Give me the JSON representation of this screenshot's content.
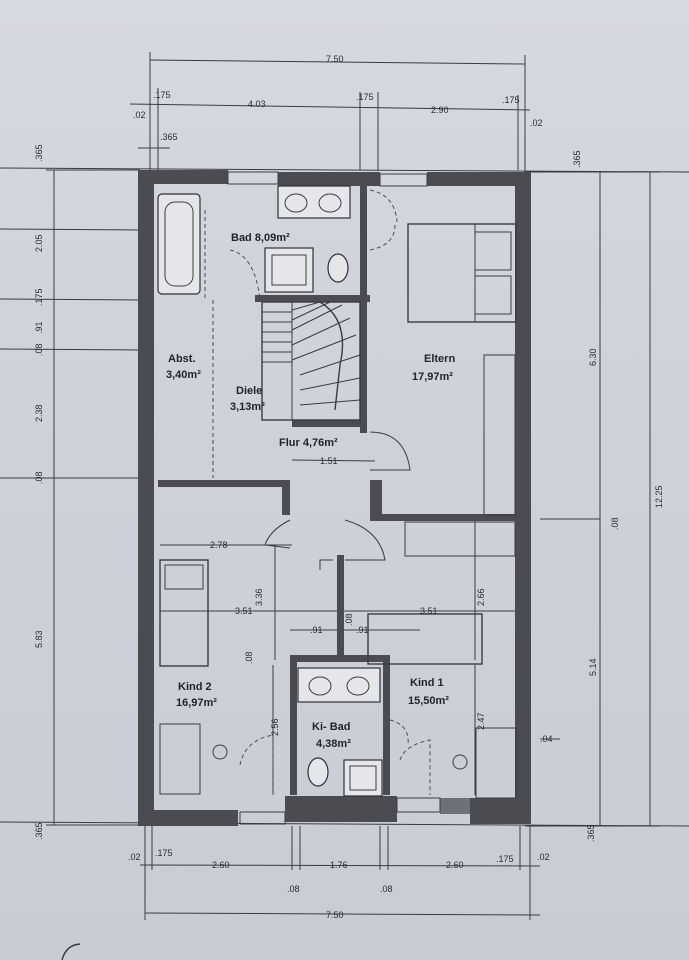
{
  "rooms": {
    "bad": {
      "name": "Bad",
      "area": "8,09m²"
    },
    "abst": {
      "name": "Abst.",
      "area": "3,40m²"
    },
    "diele": {
      "name": "Diele",
      "area": "3,13m²"
    },
    "eltern": {
      "name": "Eltern",
      "area": "17,97m²"
    },
    "flur": {
      "name": "Flur",
      "area": "4,76m²"
    },
    "kind2": {
      "name": "Kind 2",
      "area": "16,97m²"
    },
    "kind1": {
      "name": "Kind 1",
      "area": "15,50m²"
    },
    "kibad": {
      "name": "Ki- Bad",
      "area": "4,38m²"
    }
  },
  "dims": {
    "top_total": "7.50",
    "top_175_left": ".175",
    "top_403": "4.03",
    "top_175_mid": ".175",
    "top_290": "2.90",
    "top_175_right": ".175",
    "top_02_left": ".02",
    "top_365_small": ".365",
    "top_02_right": ".02",
    "left_365_top": ".365",
    "left_205": "2.05",
    "left_175": ".175",
    "left_91": ".91",
    "left_08_a": ".08",
    "left_238": "2.38",
    "left_08_b": ".08",
    "left_583": "5.83",
    "left_365_bottom": ".365",
    "right_365_top": ".365",
    "right_630": "6.30",
    "right_08": ".08",
    "right_1225": "12.25",
    "right_514": "5.14",
    "right_365_bottom": ".365",
    "in_151": "1.51",
    "in_278": "2.78",
    "in_336": "3.36",
    "in_351_left": "3.51",
    "in_351_right": "3.51",
    "in_91_a": ".91",
    "in_08_a": ".08",
    "in_91_b": ".91",
    "in_266": "2.66",
    "in_08_b": ".08",
    "in_256": "2.56",
    "in_247": "2.47",
    "in_04": ".04",
    "bot_02_left": ".02",
    "bot_175_left": ".175",
    "bot_260_left": "2.60",
    "bot_176": "1.76",
    "bot_260_right": "2.60",
    "bot_175_right": ".175",
    "bot_02_right": ".02",
    "bot_08_left": ".08",
    "bot_08_right": ".08",
    "bot_total": "7.50"
  }
}
